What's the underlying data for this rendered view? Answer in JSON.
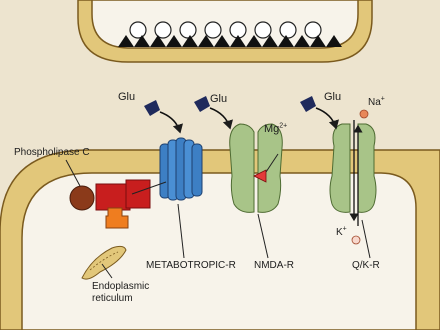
{
  "diagram": {
    "ligand": "Glu",
    "ions": {
      "magnesium": "Mg",
      "magnesium_charge": "2+",
      "sodium": "Na",
      "sodium_charge": "+",
      "potassium": "K",
      "potassium_charge": "+"
    },
    "labels": {
      "phospholipase": "Phospholipase C",
      "metabotropic": "METABOTROPIC-R",
      "nmda": "NMDA-R",
      "qk": "Q/K-R",
      "er_line1": "Endoplasmic",
      "er_line2": "reticulum"
    }
  },
  "colors": {
    "background": "#ede4cf",
    "membrane_fill": "#e2c77a",
    "membrane_edge": "#7a5a1e",
    "receptor_blue": "#3d7fc4",
    "receptor_green": "#a8c488",
    "glu_navy": "#1f2a5c",
    "plc_red": "#c81e1e",
    "ion_orange": "#e8885a"
  }
}
